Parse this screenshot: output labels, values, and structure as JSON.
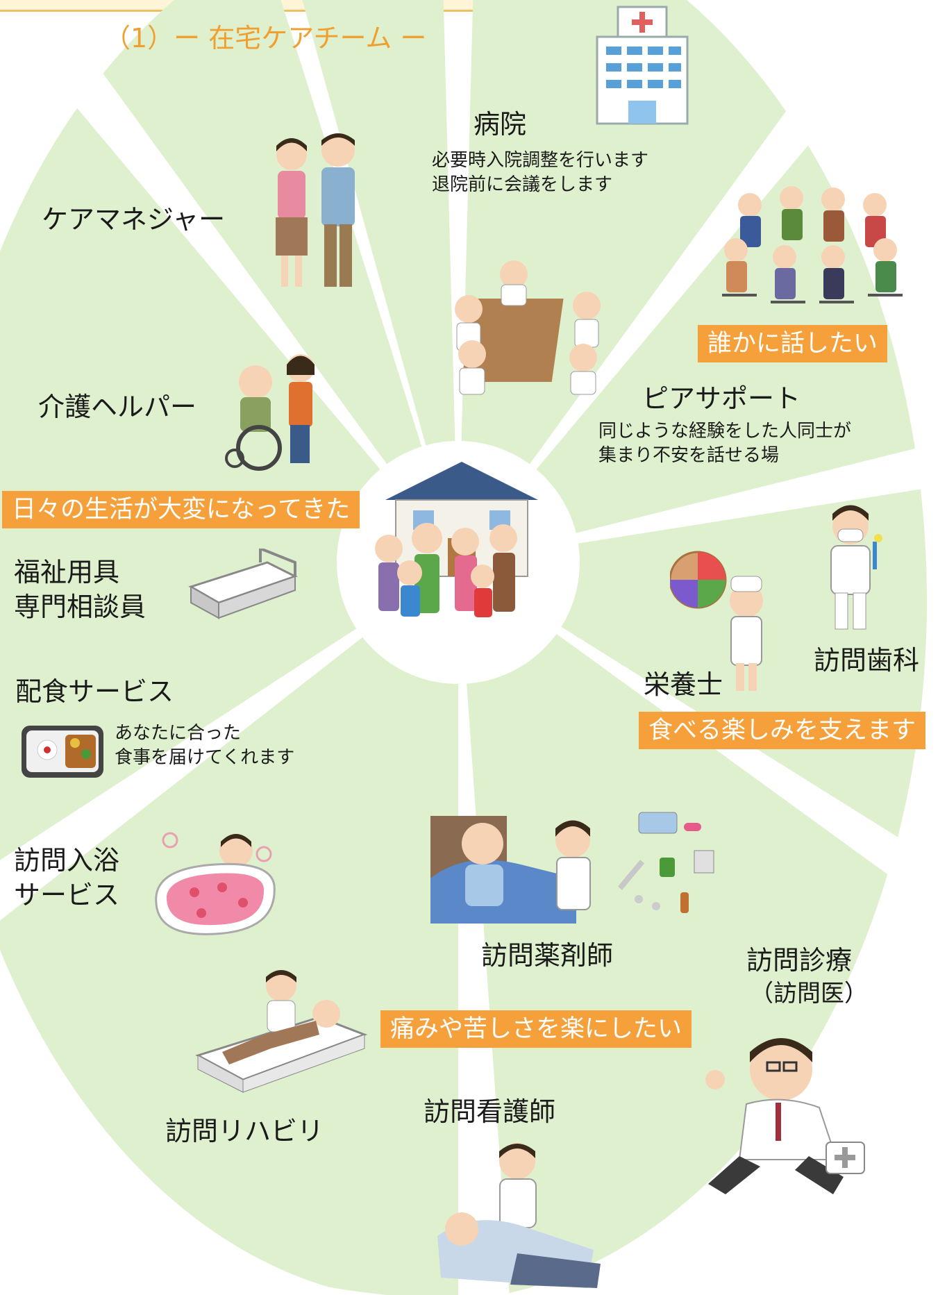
{
  "title": "（1）ー 在宅ケアチーム ー",
  "center": {
    "icon": "house-family-icon"
  },
  "colors": {
    "wedge": "#dff0cf",
    "banner": "#f5a03a",
    "title": "#f0a030"
  },
  "roles": {
    "hospital": {
      "name": "病院",
      "line1": "必要時入院調整を行います",
      "line2": "退院前に会議をします",
      "icon": "hospital-building-icon"
    },
    "peer": {
      "name": "ピアサポート",
      "line1": "同じような経験をした人同士が",
      "line2": "集まり不安を話せる場",
      "icon": "group-meeting-icon"
    },
    "care_manager": {
      "name": "ケアマネジャー",
      "icon": "care-manager-couple-icon"
    },
    "helper": {
      "name": "介護ヘルパー",
      "icon": "wheelchair-helper-icon"
    },
    "welfare": {
      "line1": "福祉用具",
      "line2": "専門相談員",
      "icon": "care-bed-icon"
    },
    "meal": {
      "name": "配食サービス",
      "line1": "あなたに合った",
      "line2": "食事を届けてくれます",
      "icon": "bento-box-icon"
    },
    "bath": {
      "line1": "訪問入浴",
      "line2": "サービス",
      "icon": "bathtub-icon"
    },
    "dental": {
      "name": "訪問歯科",
      "icon": "dentist-icon"
    },
    "nutrition": {
      "name": "栄養士",
      "icon": "nutritionist-icon"
    },
    "pharmacist": {
      "name": "訪問薬剤師",
      "icon": "pharmacist-visit-icon"
    },
    "doctor": {
      "line1": "訪問診療",
      "line2": "（訪問医）",
      "icon": "running-doctor-icon"
    },
    "rehab": {
      "name": "訪問リハビリ",
      "icon": "rehab-icon"
    },
    "nurse": {
      "name": "訪問看護師",
      "icon": "nurse-care-icon"
    }
  },
  "banners": {
    "talk": "誰かに話したい",
    "daily": "日々の生活が大変になってきた",
    "eat": "食べる楽しみを支えます",
    "pain": "痛みや苦しさを楽にしたい"
  }
}
